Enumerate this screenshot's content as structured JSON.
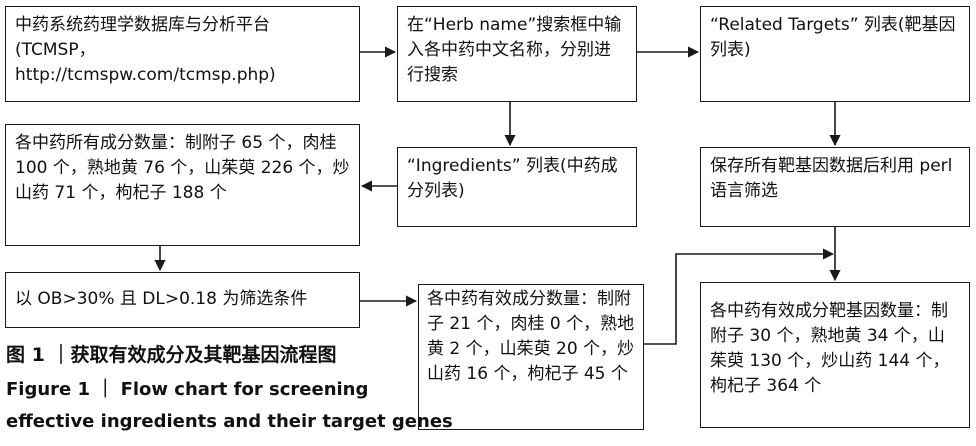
{
  "boxes": {
    "tcmsp": "中药系统药理学数据库与分析平台 (TCMSP，http://tcmspw.com/tcmsp.php)",
    "herb_search": "在“Herb name”搜索框中输入各中药中文名称，分别进行搜索",
    "related_targets": "“Related Targets” 列表(靶基因列表)",
    "ingredient_counts": "各中药所有成分数量：制附子 65 个，肉桂 100 个，熟地黄 76 个，山茱萸 226 个，炒山药 71 个，枸杞子 188 个",
    "ingredients_list": "“Ingredients” 列表(中药成分列表)",
    "save_perl": "保存所有靶基因数据后利用 perl 语言筛选",
    "filter_criteria": "以 OB>30% 且 DL>0.18 为筛选条件",
    "effective_counts": "各中药有效成分数量：制附子 21 个，肉桂 0 个，熟地黄 2 个，山茱萸 20 个，炒山药 16 个，枸杞子 45 个",
    "target_gene_counts": "各中药有效成分靶基因数量：制附子 30 个，熟地黄 34 个，山茱萸 130 个，炒山药 144 个，枸杞子 364 个"
  },
  "caption": {
    "zh": "图 1 ｜获取有效成分及其靶基因流程图",
    "en_line1": "Figure 1 ｜ Flow chart for screening",
    "en_line2": "effective ingredients and their target genes"
  }
}
